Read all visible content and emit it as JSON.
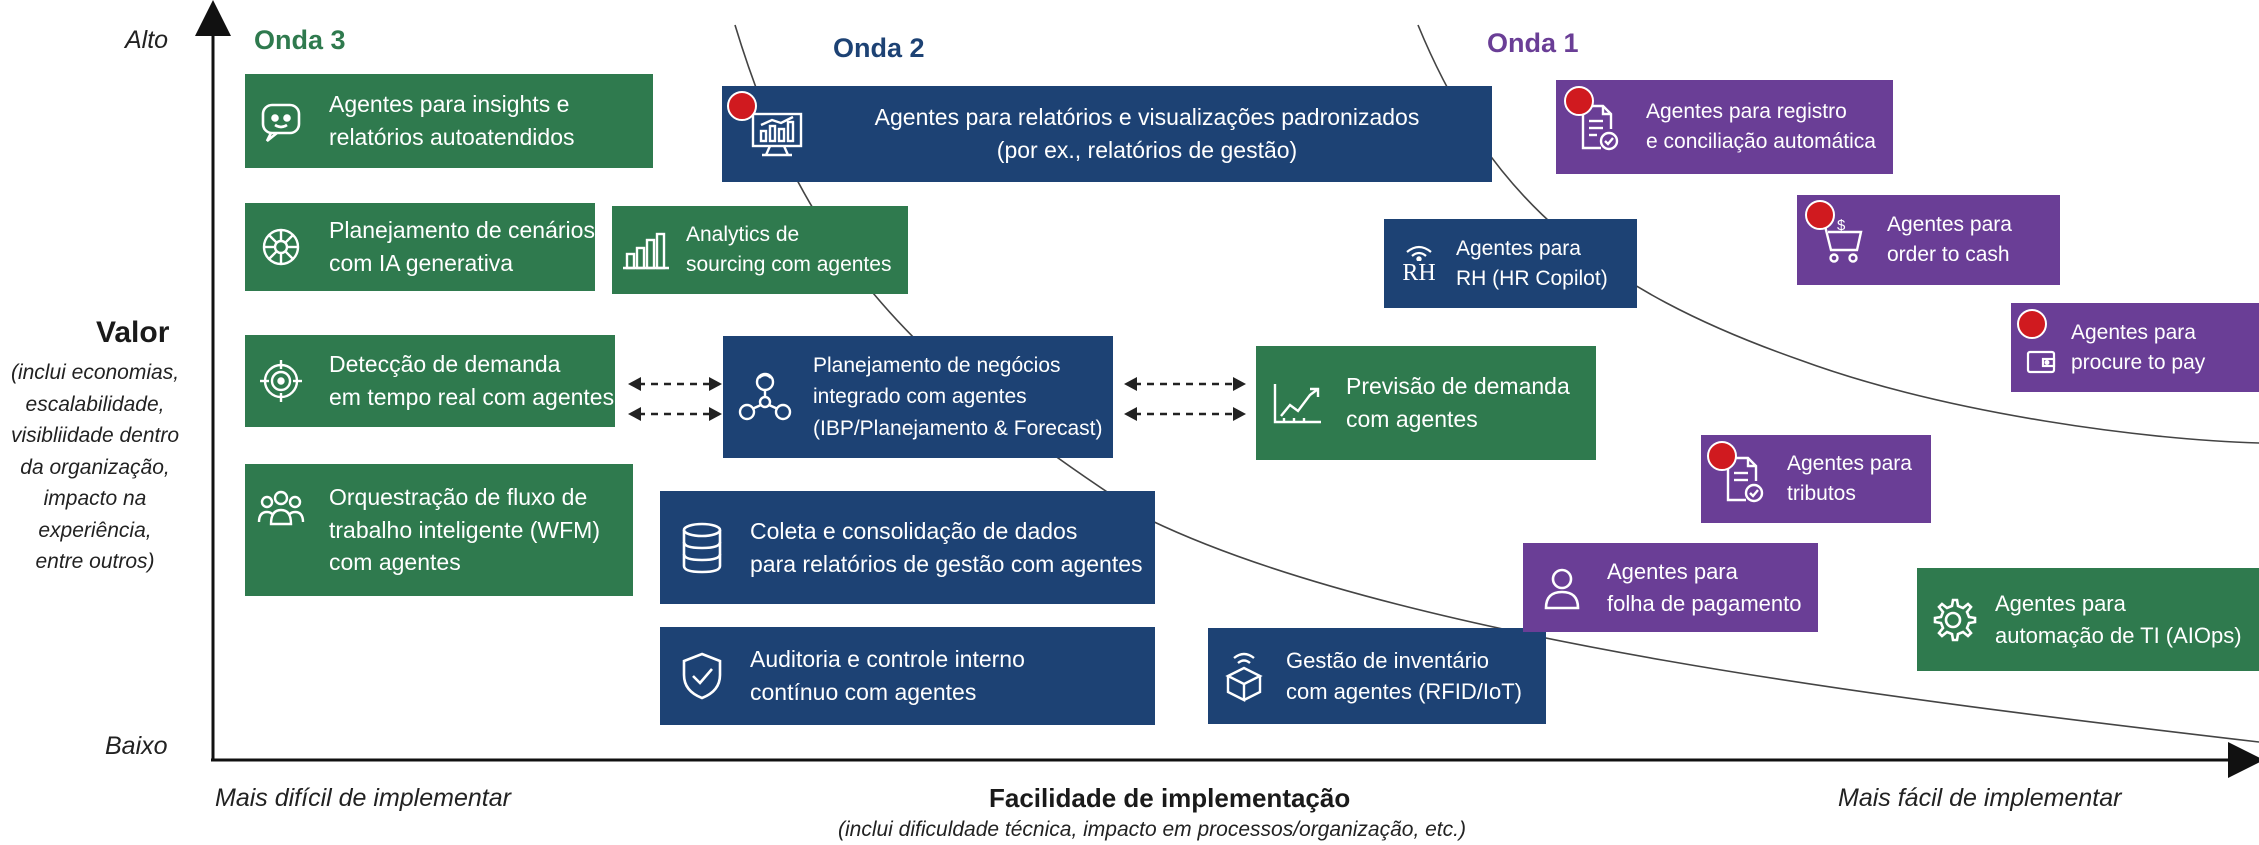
{
  "axes": {
    "y_high": "Alto",
    "y_low": "Baixo",
    "y_title": "Valor",
    "y_subtitle": "(inclui economias,\nescalabilidade,\nvisibliidade dentro\nda organização,\nimpacto na\nexperiência,\nentre outros)",
    "x_left": "Mais difícil de implementar",
    "x_right": "Mais fácil de implementar",
    "x_title": "Facilidade de implementação",
    "x_subtitle": "(inclui dificuldade técnica, impacto em processos/organização, etc.)"
  },
  "waves": {
    "wave3": "Onda 3",
    "wave2": "Onda 2",
    "wave1": "Onda 1"
  },
  "colors": {
    "wave3": "#2f7a4e",
    "wave2": "#1d4274",
    "wave1": "#6a3e96",
    "priority_dot": "#d01a1f"
  },
  "boxes": {
    "insights": {
      "text": "Agentes para insights e\nrelatórios autoatendidos",
      "icon": "chat-bot-icon"
    },
    "scenarios": {
      "text": "Planejamento de cenários\ncom IA generativa",
      "icon": "network-wheel-icon"
    },
    "demand_detection": {
      "text": "Detecção de demanda\nem tempo real com agentes",
      "icon": "target-icon"
    },
    "wfm": {
      "text": "Orquestração de fluxo de\ntrabalho inteligente (WFM)\ncom agentes",
      "icon": "people-group-icon"
    },
    "sourcing": {
      "text": "Analytics de\nsourcing com agentes",
      "icon": "bar-chart-icon"
    },
    "reports": {
      "text": "Agentes para relatórios e visualizações padronizados\n(por ex., relatórios de gestão)",
      "icon": "dashboard-monitor-icon"
    },
    "ibp": {
      "text": "Planejamento de negócios\nintegrado com agentes\n(IBP/Planejamento & Forecast)",
      "icon": "connected-agents-icon"
    },
    "data_collection": {
      "text": "Coleta e consolidação de dados\npara relatórios de gestão com agentes",
      "icon": "database-icon"
    },
    "audit": {
      "text": "Auditoria e controle interno\ncontínuo com agentes",
      "icon": "shield-check-icon"
    },
    "forecast": {
      "text": "Previsão de demanda\ncom agentes",
      "icon": "trend-chart-icon"
    },
    "hr": {
      "text": "Agentes para\nRH (HR Copilot)",
      "icon": "rh-wifi-icon",
      "icon_label": "RH"
    },
    "inventory": {
      "text": "Gestão de inventário\ncom agentes (RFID/IoT)",
      "icon": "package-signal-icon"
    },
    "registration": {
      "text": "Agentes para registro\ne conciliação automática",
      "icon": "document-check-icon"
    },
    "order_to_cash": {
      "text": "Agentes para\norder to cash",
      "icon": "cart-dollar-icon"
    },
    "procure_to_pay": {
      "text": "Agentes para\nprocure to pay",
      "icon": "wallet-icon"
    },
    "taxes": {
      "text": "Agentes para\ntributos",
      "icon": "tax-document-icon"
    },
    "payroll": {
      "text": "Agentes para\nfolha de pagamento",
      "icon": "person-icon"
    },
    "aiops": {
      "text": "Agentes para\nautomação de TI (AIOps)",
      "icon": "gear-icon"
    }
  }
}
